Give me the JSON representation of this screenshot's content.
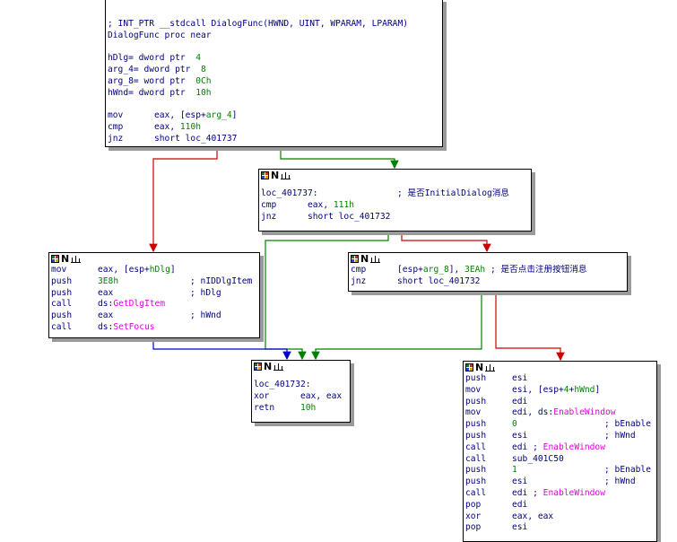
{
  "colors": {
    "true_edge": "#008000",
    "false_edge": "#cc0000",
    "uncond_edge": "#0000cc",
    "code": "#000080",
    "operand": "#008000",
    "import": "#e000e0"
  },
  "header_icons": [
    "graph-node-icon",
    "n-letter-icon",
    "bars-icon"
  ],
  "block1": {
    "lines": [
      [
        "; INT_PTR __stdcall DialogFunc(HWND, UINT, WPARAM, LPARAM)"
      ],
      [
        "DialogFunc proc near"
      ],
      [
        ""
      ],
      [
        "hDlg",
        "= dword ptr  ",
        "4"
      ],
      [
        "arg_4",
        "= dword ptr  ",
        "8"
      ],
      [
        "arg_8",
        "= word ptr  ",
        "0Ch"
      ],
      [
        "hWnd",
        "= dword ptr  ",
        "10h"
      ],
      [
        ""
      ],
      [
        "mov",
        "eax, [esp+",
        "arg_4",
        "]"
      ],
      [
        "cmp",
        "eax, ",
        "110h"
      ],
      [
        "jnz",
        "short loc_401737"
      ]
    ]
  },
  "block2": {
    "label": "loc_401737:",
    "label_comment": "; 是否InitialDialog消息",
    "l1_mn": "cmp",
    "l1_a": "eax, ",
    "l1_b": "111h",
    "l2_mn": "jnz",
    "l2_a": "short loc_401732"
  },
  "block3": {
    "l1_mn": "mov",
    "l1_a": "eax, [esp+",
    "l1_b": "hDlg",
    "l1_c": "]",
    "l2_mn": "push",
    "l2_a": "3E8h",
    "l2_c": "; nIDDlgItem",
    "l3_mn": "push",
    "l3_a": "eax",
    "l3_c": "; hDlg",
    "l4_mn": "call",
    "l4_a": "ds:",
    "l4_b": "GetDlgItem",
    "l5_mn": "push",
    "l5_a": "eax",
    "l5_c": "; hWnd",
    "l6_mn": "call",
    "l6_a": "ds:",
    "l6_b": "SetFocus"
  },
  "block4": {
    "l1_mn": "cmp",
    "l1_a": "[esp+",
    "l1_b": "arg_8",
    "l1_c": "], ",
    "l1_d": "3EAh",
    "l1_e": " ; 是否点击注册按钮消息",
    "l2_mn": "jnz",
    "l2_a": "short loc_401732"
  },
  "block5": {
    "label": "loc_401732:",
    "l1_mn": "xor",
    "l1_a": "eax, eax",
    "l2_mn": "retn",
    "l2_a": "10h"
  },
  "block6": {
    "l1_mn": "push",
    "l1_a": "esi",
    "l2_mn": "mov",
    "l2_a": "esi, [esp+",
    "l2_b": "4",
    "l2_c": "+",
    "l2_d": "hWnd",
    "l2_e": "]",
    "l3_mn": "push",
    "l3_a": "edi",
    "l4_mn": "mov",
    "l4_a": "edi, ds:",
    "l4_b": "EnableWindow",
    "l5_mn": "push",
    "l5_a": "0",
    "l5_c": "; bEnable",
    "l6_mn": "push",
    "l6_a": "esi",
    "l6_c": "; hWnd",
    "l7_mn": "call",
    "l7_a": "edi ",
    "l7_c": "; ",
    "l7_b": "EnableWindow",
    "l8_mn": "call",
    "l8_a": "sub_401C50",
    "l9_mn": "push",
    "l9_a": "1",
    "l9_c": "; bEnable",
    "l10_mn": "push",
    "l10_a": "esi",
    "l10_c": "; hWnd",
    "l11_mn": "call",
    "l11_a": "edi ",
    "l11_c": "; ",
    "l11_b": "EnableWindow",
    "l12_mn": "pop",
    "l12_a": "edi",
    "l13_mn": "xor",
    "l13_a": "eax, eax",
    "l14_mn": "pop",
    "l14_a": "esi"
  }
}
